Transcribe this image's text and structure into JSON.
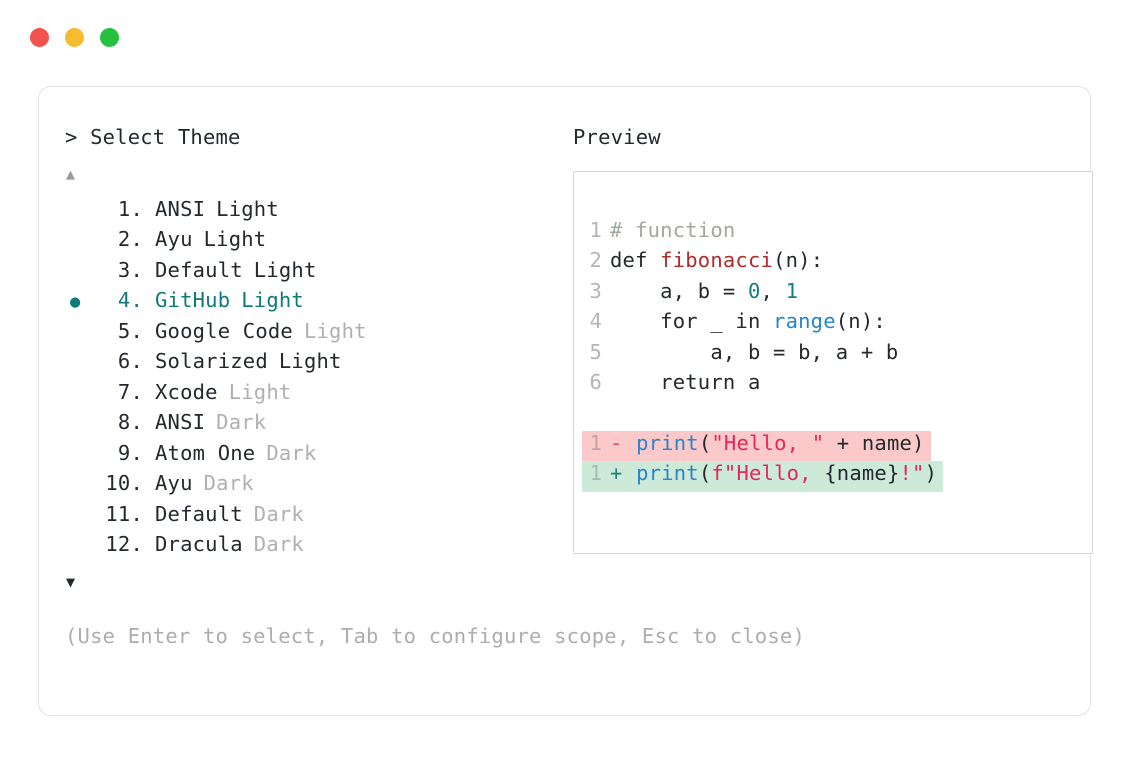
{
  "window": {
    "traffic_lights": [
      {
        "name": "close",
        "color": "#f4524d"
      },
      {
        "name": "minimize",
        "color": "#f6bc2f"
      },
      {
        "name": "maximize",
        "color": "#24c03e"
      }
    ]
  },
  "left": {
    "prompt": "> Select Theme",
    "scroll_up": "▲",
    "scroll_down": "▼",
    "selected_index": 4,
    "selected_bullet": "●",
    "themes": [
      {
        "num": "1.",
        "name": "ANSI",
        "variant": "Light",
        "variant_dim": false,
        "selected": false
      },
      {
        "num": "2.",
        "name": "Ayu",
        "variant": "Light",
        "variant_dim": false,
        "selected": false
      },
      {
        "num": "3.",
        "name": "Default",
        "variant": "Light",
        "variant_dim": false,
        "selected": false
      },
      {
        "num": "4.",
        "name": "GitHub",
        "variant": "Light",
        "variant_dim": false,
        "selected": true
      },
      {
        "num": "5.",
        "name": "Google Code",
        "variant": "Light",
        "variant_dim": true,
        "selected": false
      },
      {
        "num": "6.",
        "name": "Solarized",
        "variant": "Light",
        "variant_dim": false,
        "selected": false
      },
      {
        "num": "7.",
        "name": "Xcode",
        "variant": "Light",
        "variant_dim": true,
        "selected": false
      },
      {
        "num": "8.",
        "name": "ANSI",
        "variant": "Dark",
        "variant_dim": true,
        "selected": false
      },
      {
        "num": "9.",
        "name": "Atom One",
        "variant": "Dark",
        "variant_dim": true,
        "selected": false
      },
      {
        "num": "10.",
        "name": "Ayu",
        "variant": "Dark",
        "variant_dim": true,
        "selected": false
      },
      {
        "num": "11.",
        "name": "Default",
        "variant": "Dark",
        "variant_dim": true,
        "selected": false
      },
      {
        "num": "12.",
        "name": "Dracula",
        "variant": "Dark",
        "variant_dim": true,
        "selected": false
      }
    ],
    "hint": "(Use Enter to select, Tab to configure scope, Esc to close)"
  },
  "right": {
    "title": "Preview",
    "code_lines": [
      {
        "ln": "1",
        "tokens": [
          {
            "t": "# function",
            "c": "tok-comment"
          }
        ]
      },
      {
        "ln": "2",
        "tokens": [
          {
            "t": "def ",
            "c": "tok-plain"
          },
          {
            "t": "fibonacci",
            "c": "tok-func"
          },
          {
            "t": "(n):",
            "c": "tok-plain"
          }
        ]
      },
      {
        "ln": "3",
        "tokens": [
          {
            "t": "    a, b = ",
            "c": "tok-plain"
          },
          {
            "t": "0",
            "c": "tok-num"
          },
          {
            "t": ", ",
            "c": "tok-plain"
          },
          {
            "t": "1",
            "c": "tok-num"
          }
        ]
      },
      {
        "ln": "4",
        "tokens": [
          {
            "t": "    for _ in ",
            "c": "tok-plain"
          },
          {
            "t": "range",
            "c": "tok-builtin"
          },
          {
            "t": "(n):",
            "c": "tok-plain"
          }
        ]
      },
      {
        "ln": "5",
        "tokens": [
          {
            "t": "        a, b = b, a + b",
            "c": "tok-plain"
          }
        ]
      },
      {
        "ln": "6",
        "tokens": [
          {
            "t": "    return a",
            "c": "tok-plain"
          }
        ]
      }
    ],
    "diff_lines": [
      {
        "kind": "del",
        "ln": "1",
        "sign": "-",
        "tokens": [
          {
            "t": " ",
            "c": "tok-plain"
          },
          {
            "t": "print",
            "c": "tok-builtin"
          },
          {
            "t": "(",
            "c": "tok-plain"
          },
          {
            "t": "\"Hello, \"",
            "c": "tok-string"
          },
          {
            "t": " + name)",
            "c": "tok-plain"
          }
        ]
      },
      {
        "kind": "add",
        "ln": "1",
        "sign": "+",
        "tokens": [
          {
            "t": " ",
            "c": "tok-plain"
          },
          {
            "t": "print",
            "c": "tok-builtin"
          },
          {
            "t": "(",
            "c": "tok-plain"
          },
          {
            "t": "f\"Hello, ",
            "c": "tok-string"
          },
          {
            "t": "{name}",
            "c": "tok-plain"
          },
          {
            "t": "!\"",
            "c": "tok-string"
          },
          {
            "t": ")",
            "c": "tok-plain"
          }
        ]
      }
    ]
  },
  "colors": {
    "accent_teal": "#0f7b78",
    "text": "#24292e",
    "dim": "#b0b0b0",
    "diff_del_bg": "#fbc9c9",
    "diff_add_bg": "#cdead9"
  }
}
